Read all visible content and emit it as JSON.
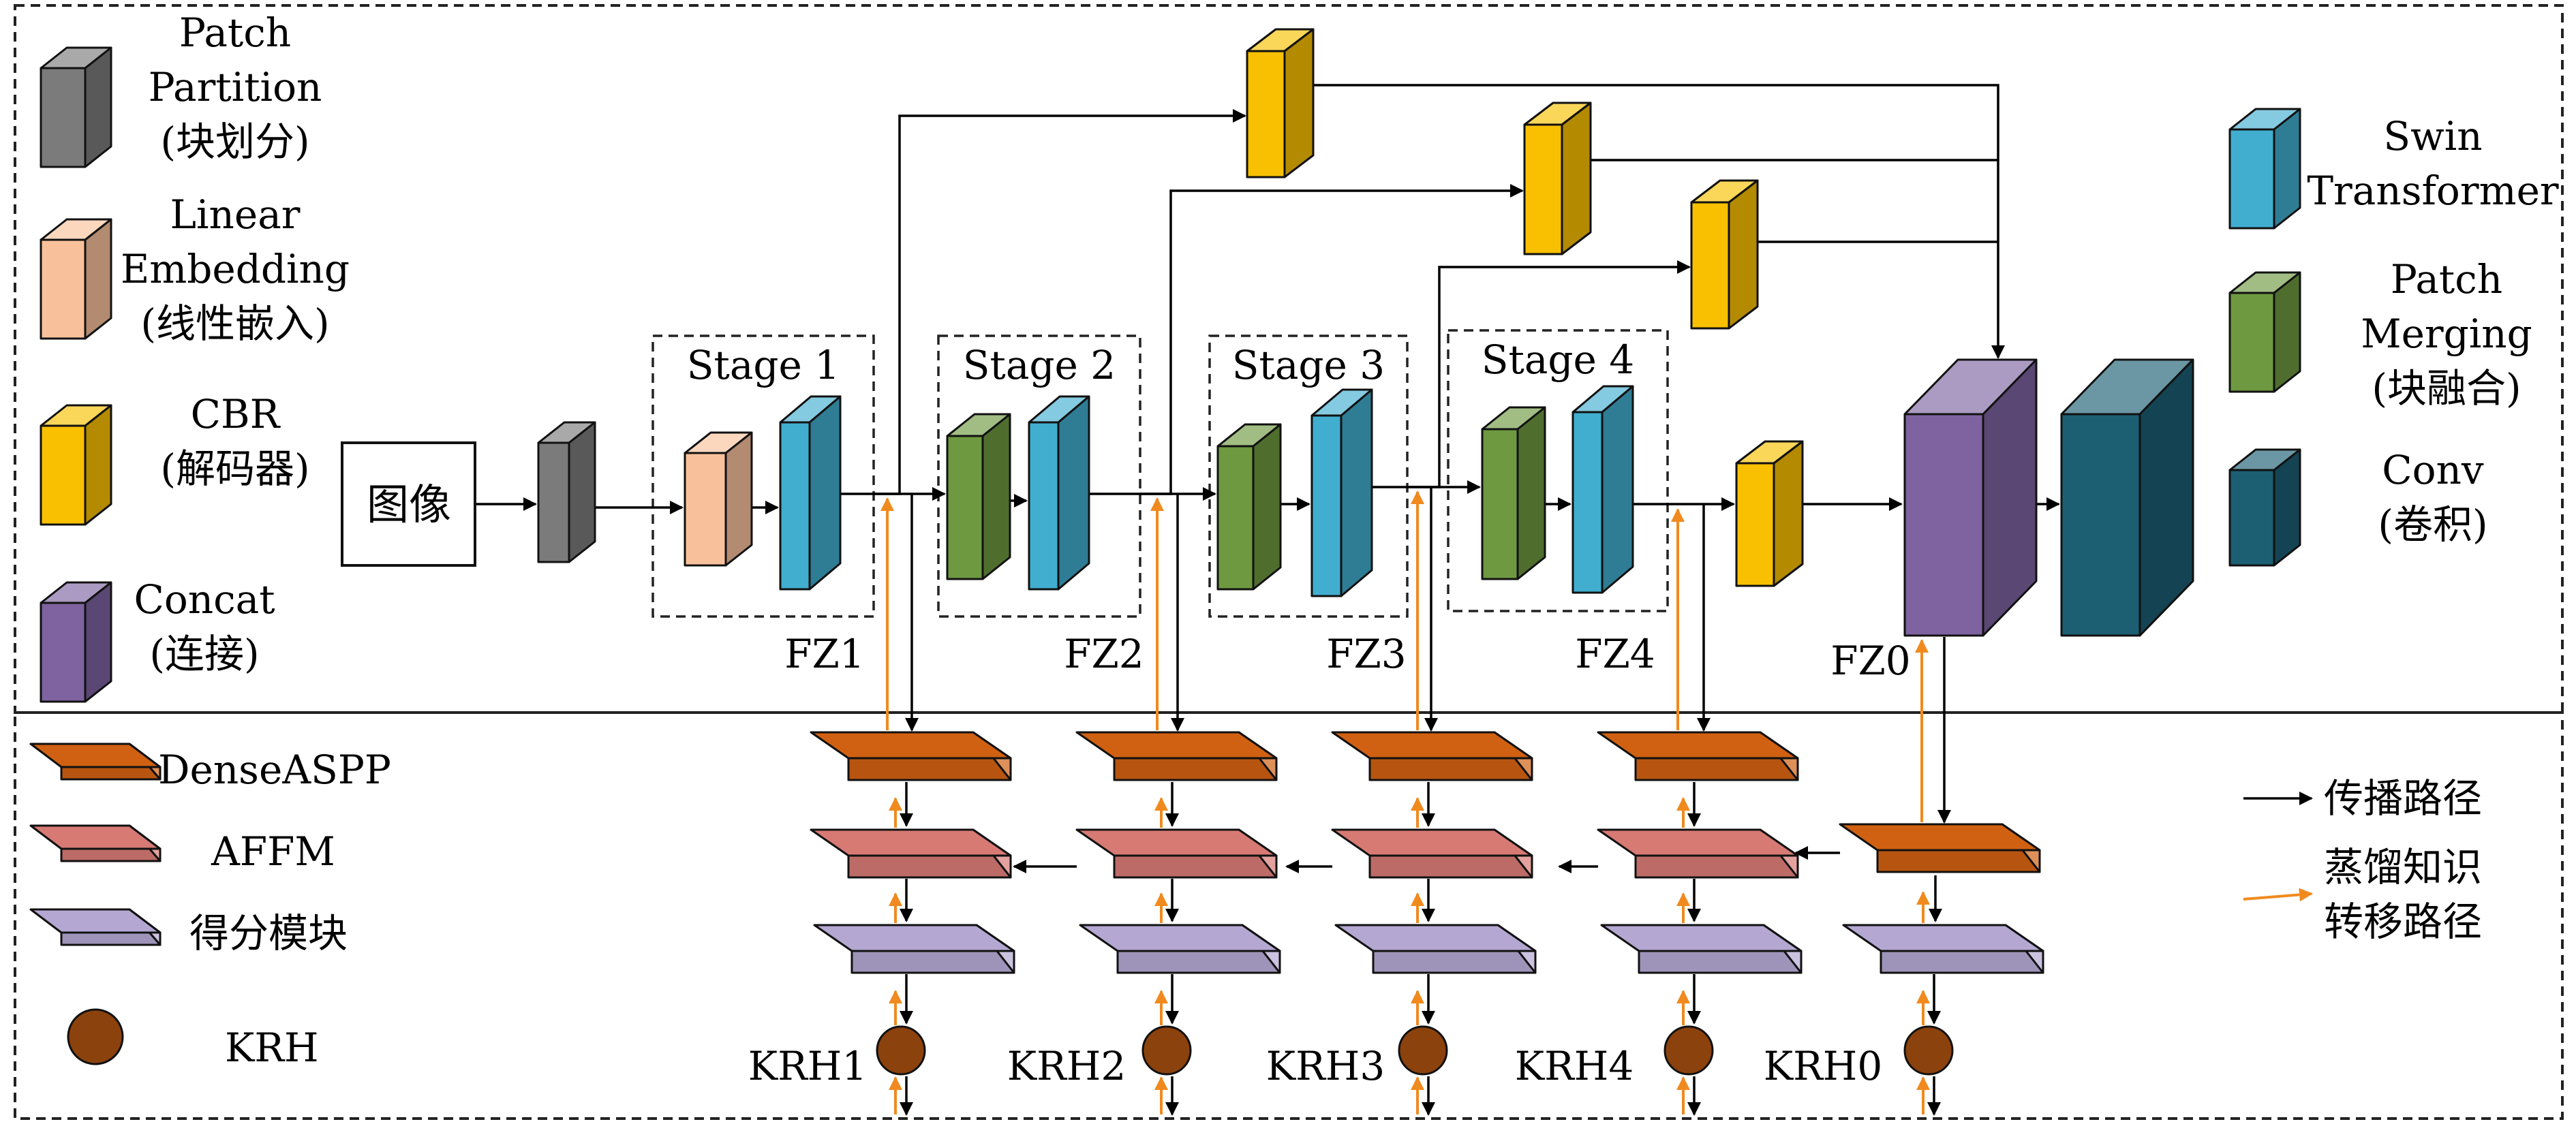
{
  "legend_top": [
    {
      "name": "patch-partition",
      "lines": [
        "Patch",
        "Partition",
        "(块划分)"
      ]
    },
    {
      "name": "linear-embedding",
      "lines": [
        "Linear",
        "Embedding",
        "(线性嵌入)"
      ]
    },
    {
      "name": "cbr",
      "lines": [
        "CBR",
        "(解码器)"
      ]
    },
    {
      "name": "concat",
      "lines": [
        "Concat",
        "(连接)"
      ]
    }
  ],
  "legend_right": [
    {
      "name": "swin-transformer",
      "lines": [
        "Swin",
        "Transformer"
      ]
    },
    {
      "name": "patch-merging",
      "lines": [
        "Patch",
        "Merging",
        "(块融合)"
      ]
    },
    {
      "name": "conv",
      "lines": [
        "Conv",
        "(卷积)"
      ]
    }
  ],
  "legend_bottom": [
    {
      "name": "dense-aspp",
      "label": "DenseASPP"
    },
    {
      "name": "affm",
      "label": "AFFM"
    },
    {
      "name": "score-module",
      "label": "得分模块"
    },
    {
      "name": "krh",
      "label": "KRH"
    }
  ],
  "path_legend": {
    "propagation": "传播路径",
    "distill_line1": "蒸馏知识",
    "distill_line2": "转移路径"
  },
  "input_label": "图像",
  "stages": [
    "Stage 1",
    "Stage 2",
    "Stage 3",
    "Stage 4"
  ],
  "fz_labels": [
    "FZ1",
    "FZ2",
    "FZ3",
    "FZ4",
    "FZ0"
  ],
  "krh_labels": [
    "KRH1",
    "KRH2",
    "KRH3",
    "KRH4",
    "KRH0"
  ],
  "colors": {
    "gray": "#7b7b7b",
    "linear_embedding": "#f9c19b",
    "cbr": "#f8c000",
    "concat": "#7e63a0",
    "swin": "#41aecf",
    "patch_merging": "#6e9940",
    "conv": "#1c5f73",
    "dense_aspp": "#d06112",
    "affm": "#d77a74",
    "score": "#b4a8d2",
    "krh": "#8c420d",
    "orange_arrow": "#f08a1e"
  }
}
